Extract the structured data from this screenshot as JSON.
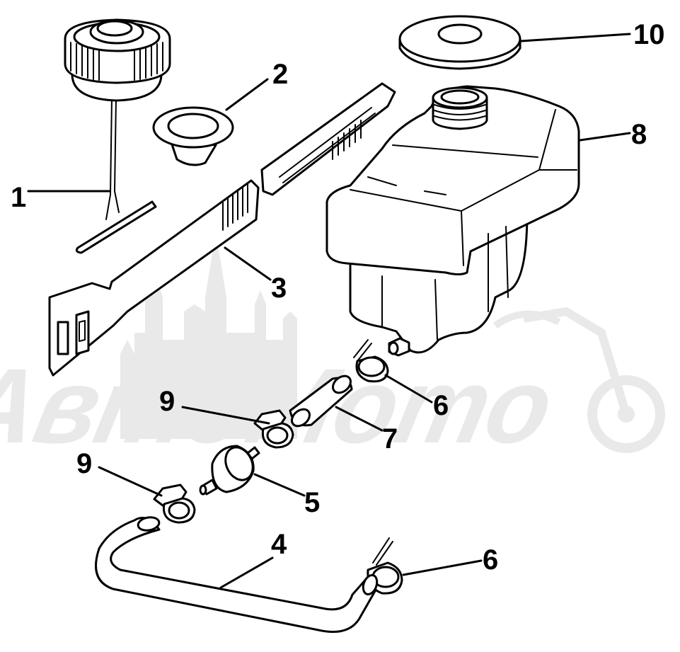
{
  "diagram": {
    "labels": [
      {
        "id": "label-1",
        "text": "1"
      },
      {
        "id": "label-2",
        "text": "2"
      },
      {
        "id": "label-3",
        "text": "3"
      },
      {
        "id": "label-4",
        "text": "4"
      },
      {
        "id": "label-5",
        "text": "5"
      },
      {
        "id": "label-6a",
        "text": "6"
      },
      {
        "id": "label-6b",
        "text": "6"
      },
      {
        "id": "label-7",
        "text": "7"
      },
      {
        "id": "label-8",
        "text": "8"
      },
      {
        "id": "label-9a",
        "text": "9"
      },
      {
        "id": "label-9b",
        "text": "9"
      },
      {
        "id": "label-10",
        "text": "10"
      }
    ],
    "watermark": {
      "text": "АвтоМото"
    },
    "colors": {
      "ink": "#000000",
      "paper": "#ffffff",
      "watermark": "#e9e9e9"
    }
  }
}
